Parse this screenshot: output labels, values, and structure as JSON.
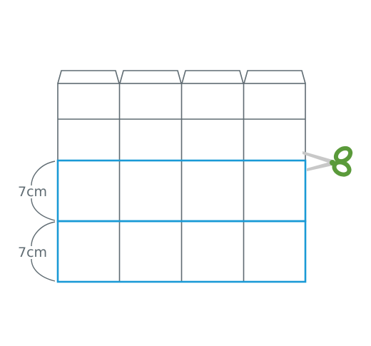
{
  "labels": {
    "upper_strip_measure": "7cm",
    "lower_strip_measure": "7cm"
  },
  "grid": {
    "columns": 4,
    "upper_rows": 2,
    "cut_rows": 2,
    "row_length_cm": [
      7,
      7
    ]
  },
  "colors": {
    "grid_line": "#5f6b72",
    "cut_outline": "#1a9ad6",
    "scissors_handle": "#5a9a3a",
    "scissors_blade": "#c8c8c8"
  },
  "icons": {
    "tool": "scissors-icon"
  }
}
